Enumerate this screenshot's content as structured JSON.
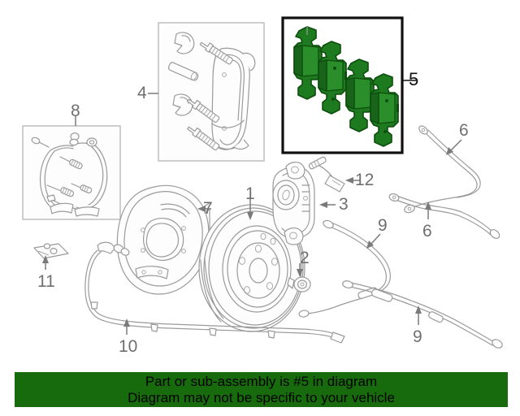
{
  "diagram": {
    "title": "Rear brake assembly exploded parts diagram",
    "line_color": "#9a9a9a",
    "background": "#ffffff",
    "highlight_color": "#1e7a1e",
    "highlight_edge_color": "#0d4d0d",
    "highlighted_callout": "5",
    "callouts": [
      {
        "id": "1",
        "label": "1",
        "part": "brake-rotor",
        "pointer": "arrow-down"
      },
      {
        "id": "2",
        "label": "2",
        "part": "rotor-retaining-screw",
        "pointer": "arrow-down"
      },
      {
        "id": "3",
        "label": "3",
        "part": "brake-caliper",
        "pointer": "arrow-left"
      },
      {
        "id": "4",
        "label": "4",
        "part": "caliper-assembly-kit",
        "pointer": "leader-line"
      },
      {
        "id": "5",
        "label": "5",
        "part": "brake-pad-set",
        "pointer": "leader-line"
      },
      {
        "id": "6a",
        "label": "6",
        "part": "brake-hose",
        "pointer": "arrow-down-left"
      },
      {
        "id": "6b",
        "label": "6",
        "part": "brake-hose",
        "pointer": "arrow-up"
      },
      {
        "id": "7",
        "label": "7",
        "part": "backing-plate",
        "pointer": "arrow-left"
      },
      {
        "id": "8",
        "label": "8",
        "part": "parking-brake-shoe-kit",
        "pointer": "leader-line"
      },
      {
        "id": "9a",
        "label": "9",
        "part": "parking-brake-cable",
        "pointer": "arrow-down-left"
      },
      {
        "id": "9b",
        "label": "9",
        "part": "parking-brake-cable",
        "pointer": "arrow-up"
      },
      {
        "id": "10",
        "label": "10",
        "part": "brake-line",
        "pointer": "arrow-up"
      },
      {
        "id": "11",
        "label": "11",
        "part": "mounting-bracket",
        "pointer": "arrow-up"
      },
      {
        "id": "12",
        "label": "12",
        "part": "brake-pad-wear-sensor",
        "pointer": "arrow-left"
      }
    ]
  },
  "banner": {
    "background": "#176b0c",
    "text_color": "#000000",
    "line1": "Part or sub-assembly is #5 in diagram",
    "line2": "Diagram may not be specific to your vehicle"
  }
}
